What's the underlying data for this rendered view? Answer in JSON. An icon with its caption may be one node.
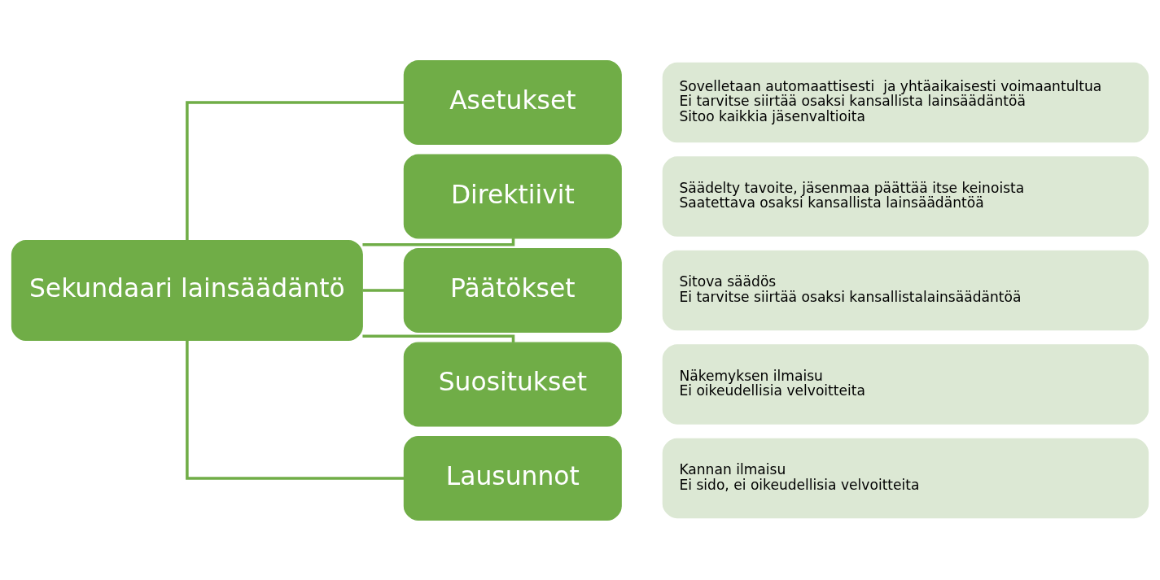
{
  "diagram": {
    "nodes": [
      {
        "text": [
          "Sekundaari lainsäädäntö"
        ]
      },
      {
        "text": [
          "Asetukset"
        ]
      },
      {
        "text": [
          "Sovelletaan automaattisesti  ja yhtäaikaisesti voimaantultua",
          "Ei tarvitse siirtää osaksi kansallista lainsäädäntöä",
          "Sitoo kaikkia jäsenvaltioita"
        ]
      },
      {
        "text": [
          "Direktiivit"
        ]
      },
      {
        "text": [
          "Säädelty tavoite, jäsenmaa päättää itse keinoista",
          "Saatettava osaksi kansallista lainsäädäntöä"
        ]
      },
      {
        "text": [
          "Päätökset"
        ]
      },
      {
        "text": [
          "Sitova säädös",
          "Ei tarvitse siirtää osaksi kansallistalainsäädäntöä"
        ]
      },
      {
        "text": [
          "Suositukset"
        ]
      },
      {
        "text": [
          "Näkemyksen ilmaisu",
          "Ei oikeudellisia velvoitteita"
        ]
      },
      {
        "text": [
          "Lausunnot"
        ]
      },
      {
        "text": [
          "Kannan ilmaisu",
          "Ei sido, ei oikeudellisia velvoitteita"
        ]
      }
    ],
    "edges": [
      {
        "from": 0,
        "to": 1,
        "arrow": "none"
      },
      {
        "from": 0,
        "to": 3,
        "arrow": "none"
      },
      {
        "from": 0,
        "to": 5,
        "arrow": "none"
      },
      {
        "from": 0,
        "to": 7,
        "arrow": "none"
      },
      {
        "from": 0,
        "to": 9,
        "arrow": "none"
      }
    ]
  }
}
